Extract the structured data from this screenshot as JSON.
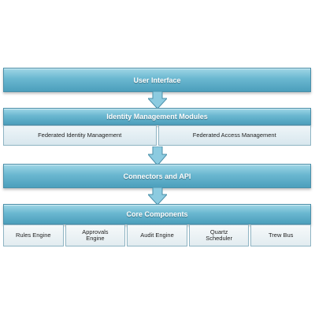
{
  "diagram": {
    "user_interface": "User Interface",
    "identity_modules": {
      "title": "Identity Management Modules",
      "items": [
        "Federated Identity Management",
        "Federated Access Management"
      ]
    },
    "connectors": "Connectors and API",
    "core_components": {
      "title": "Core Components",
      "items": [
        "Rules Engine",
        "Approvals\nEngine",
        "Audit Engine",
        "Quartz\nScheduler",
        "Trew Bus"
      ]
    }
  },
  "colors": {
    "bar": "#6ab7d0",
    "bar_border": "#4a8fa9",
    "cell": "#e2ecf0",
    "arrow": "#8ccbe0"
  }
}
